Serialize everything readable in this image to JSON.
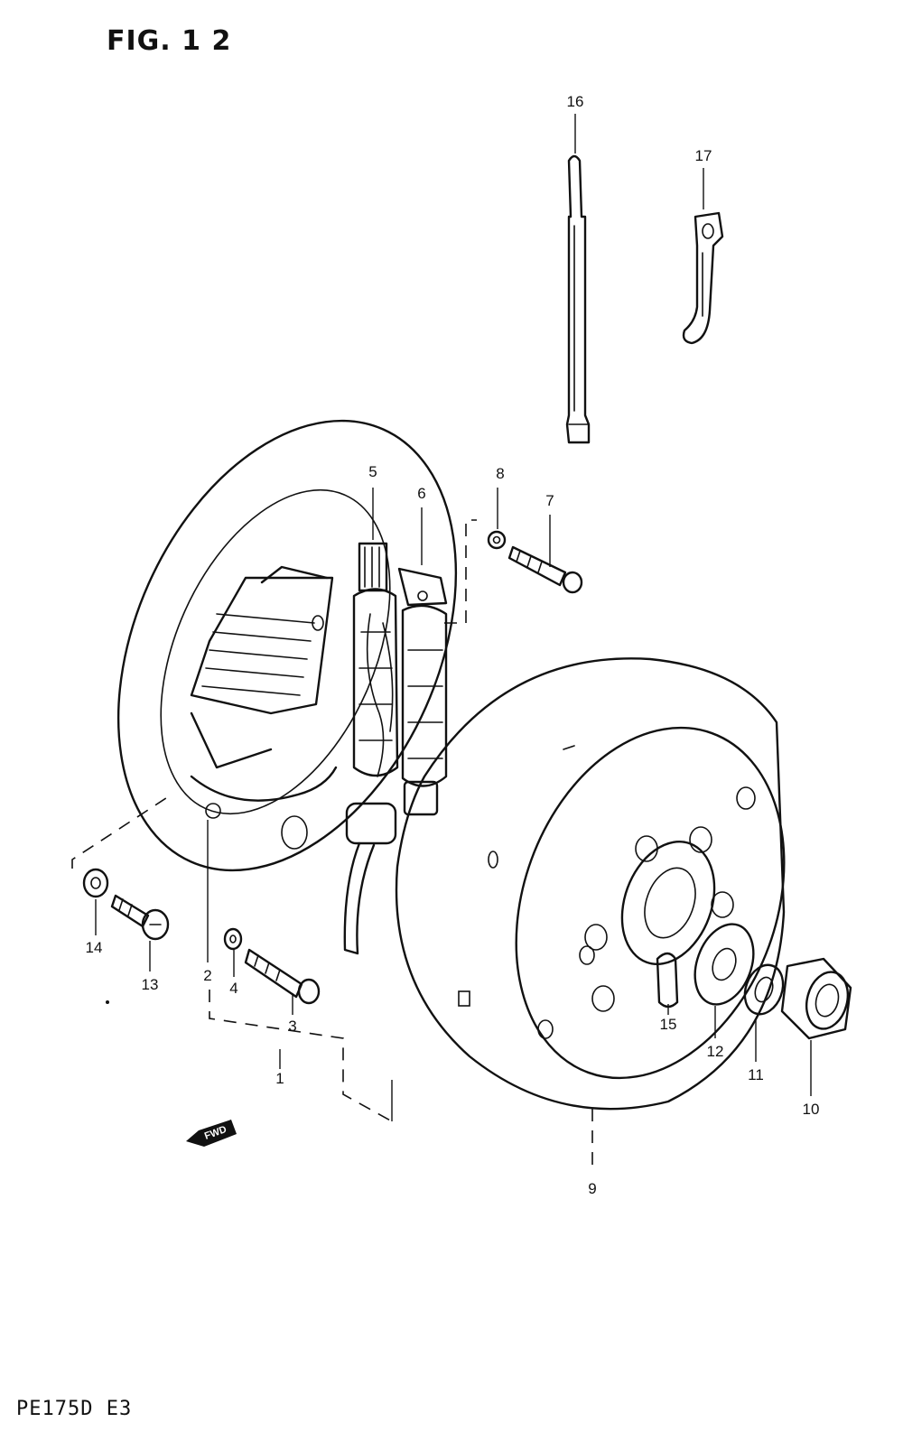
{
  "figure": {
    "title": "FIG. 1 2",
    "model_code": "PE175D E3",
    "direction_tag": "FWD"
  },
  "parts": [
    {
      "id": "1",
      "label": "1"
    },
    {
      "id": "2",
      "label": "2"
    },
    {
      "id": "3",
      "label": "3"
    },
    {
      "id": "4",
      "label": "4"
    },
    {
      "id": "5",
      "label": "5"
    },
    {
      "id": "6",
      "label": "6"
    },
    {
      "id": "7",
      "label": "7"
    },
    {
      "id": "8",
      "label": "8"
    },
    {
      "id": "9",
      "label": "9"
    },
    {
      "id": "10",
      "label": "10"
    },
    {
      "id": "11",
      "label": "11"
    },
    {
      "id": "12",
      "label": "12"
    },
    {
      "id": "13",
      "label": "13"
    },
    {
      "id": "14",
      "label": "14"
    },
    {
      "id": "15",
      "label": "15"
    },
    {
      "id": "16",
      "label": "16"
    },
    {
      "id": "17",
      "label": "17"
    }
  ]
}
